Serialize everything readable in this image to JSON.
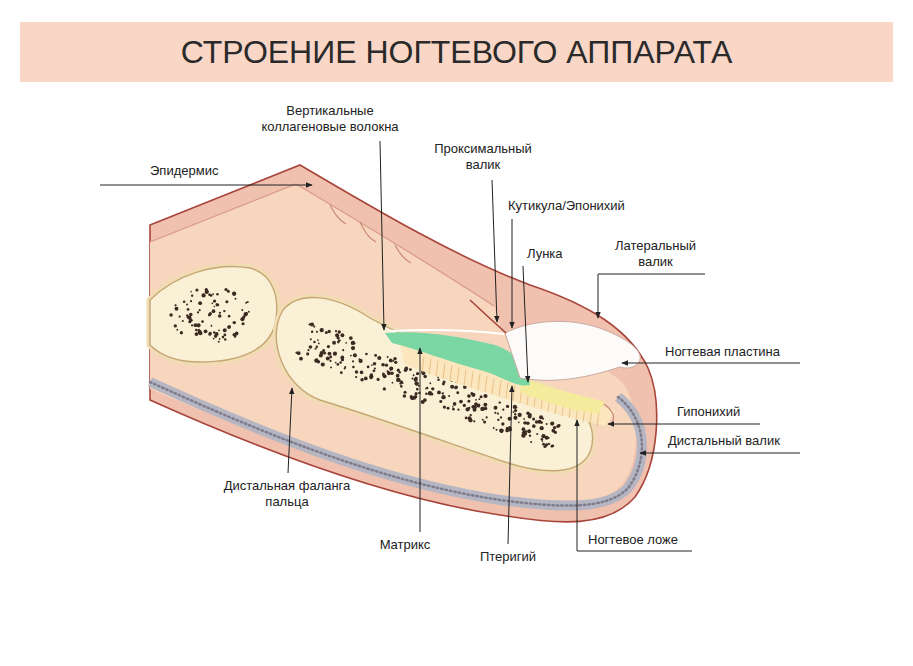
{
  "diagram": {
    "title": "СТРОЕНИЕ НОГТЕВОГО АППАРАТА",
    "labels": [
      "Эпидермис",
      "Вертикальные коллагеновые волокна",
      "Проксимальный валик",
      "Кутикула/Эпонихий",
      "Лунка",
      "Латеральный валик",
      "Ногтевая пластина",
      "Гипонихий",
      "Дистальный валик",
      "Ногтевое ложе",
      "Птеригий",
      "Матрикс",
      "Дистальная фаланга пальца"
    ]
  }
}
